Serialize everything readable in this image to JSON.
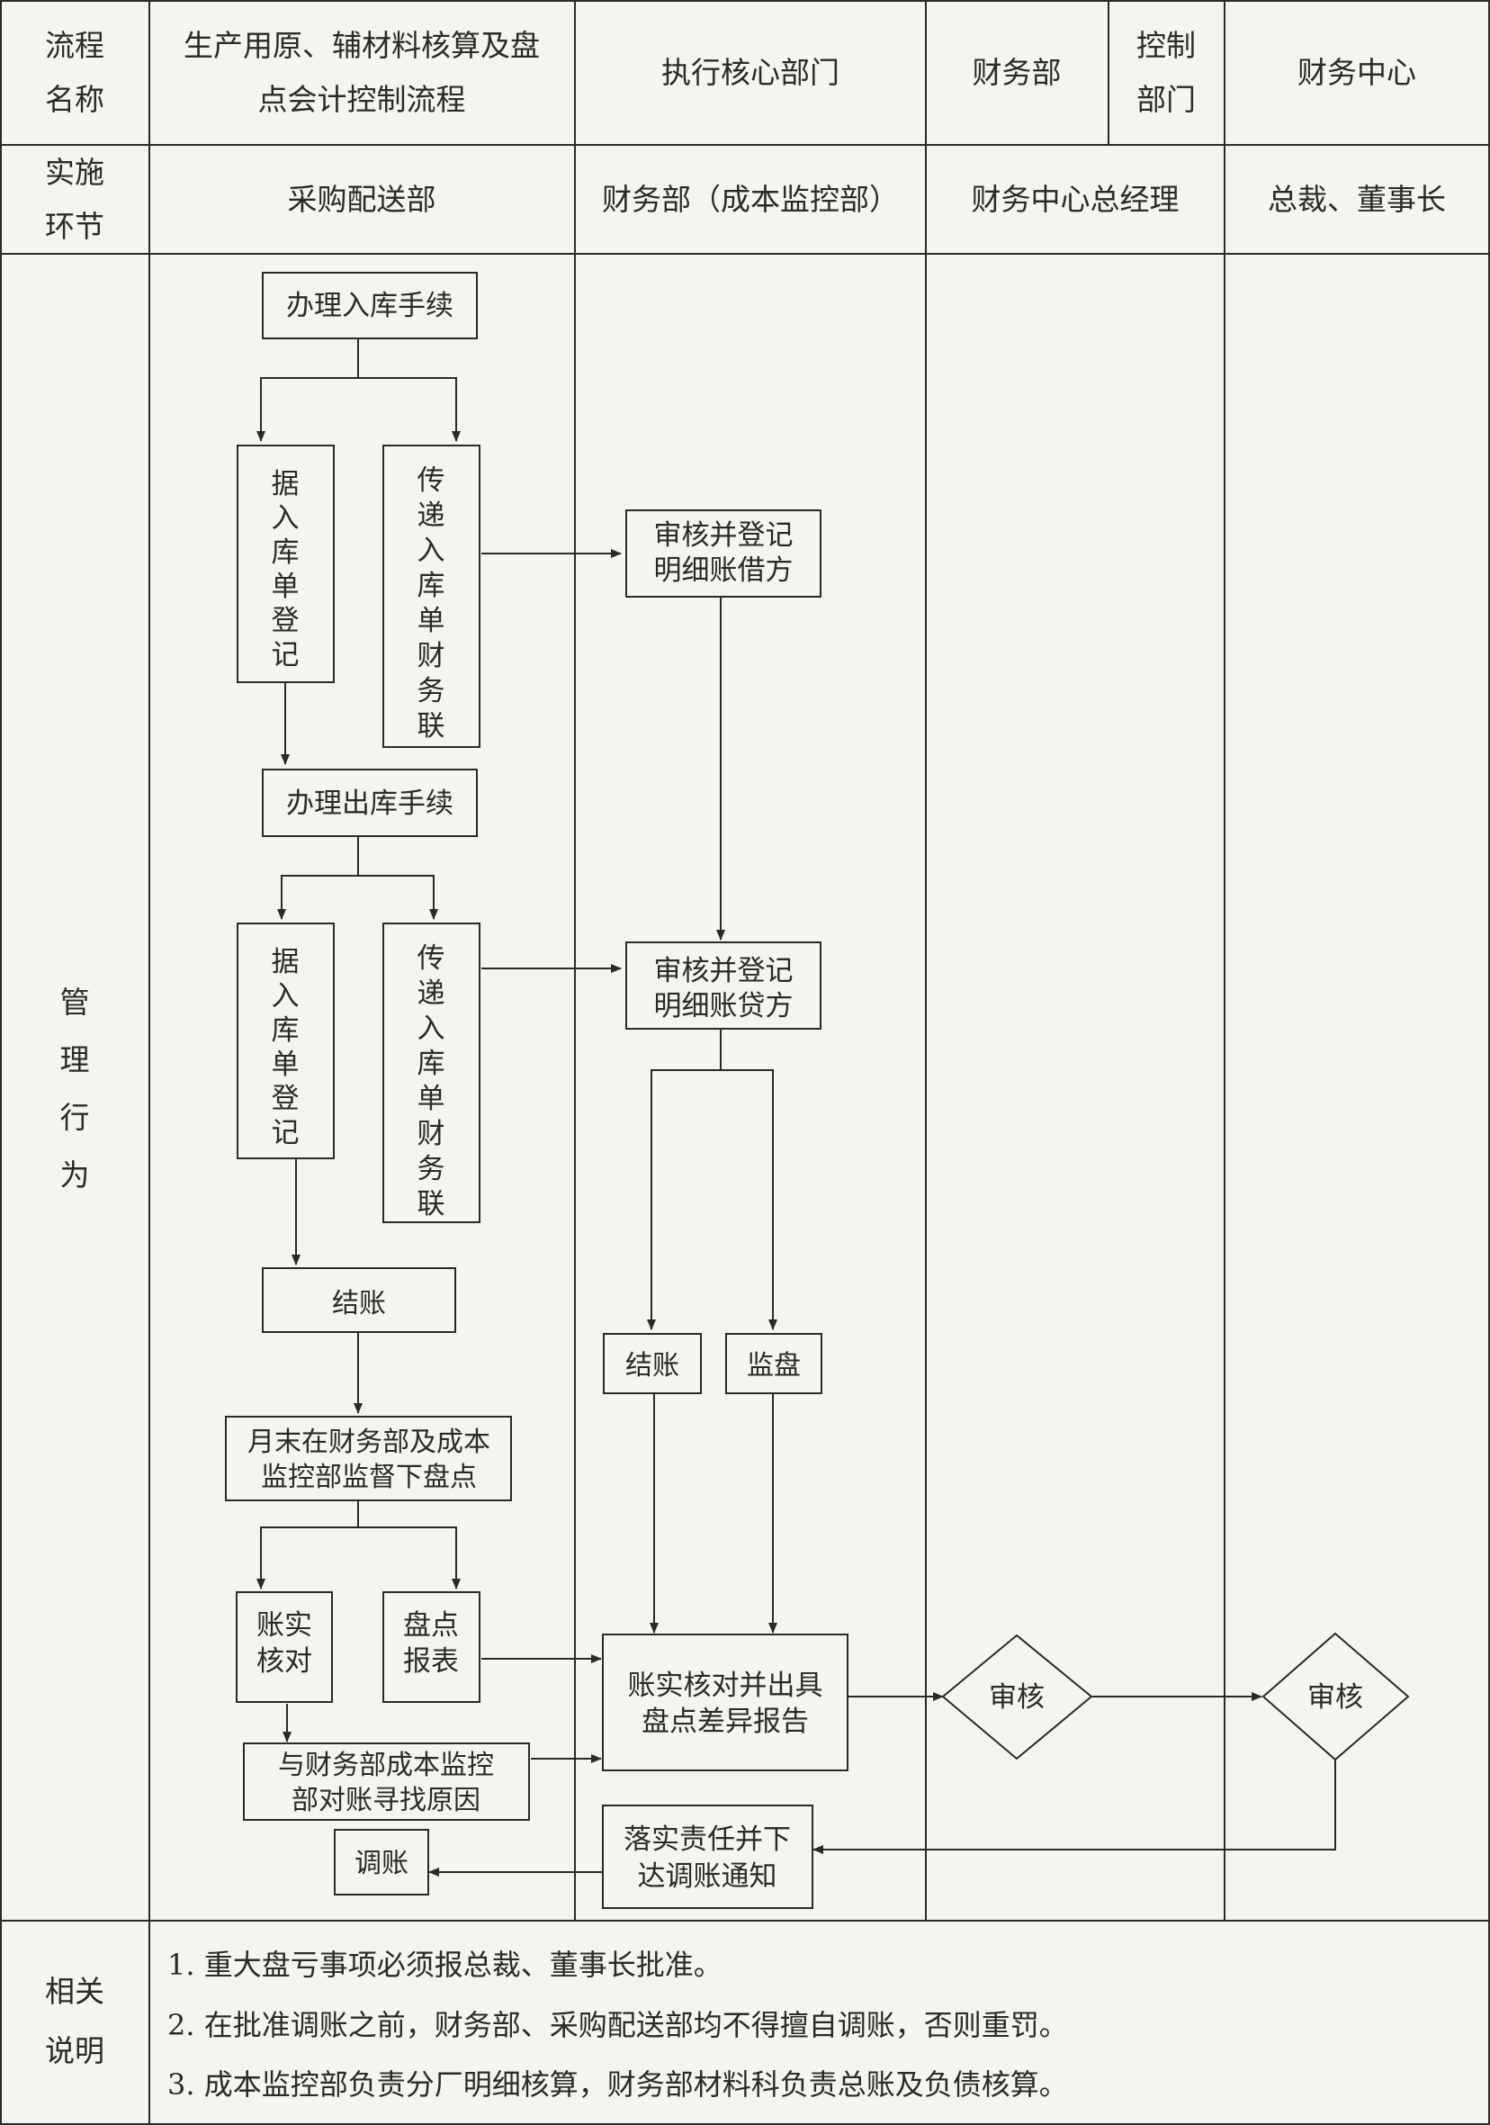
{
  "header": {
    "row1_label": "流程名称",
    "process_name_line1": "生产用原、辅材料核算及盘",
    "process_name_line2": "点会计控制流程",
    "exec_core": "执行核心部门",
    "finance_dept": "财务部",
    "control_dept": "控制部门",
    "finance_center": "财务中心",
    "row2_label": "实施环节",
    "lane1": "采购配送部",
    "lane2": "财务部（成本监控部）",
    "lane3": "财务中心总经理",
    "lane4": "总裁、董事长",
    "body_label": "管理行为"
  },
  "nodes": {
    "inbound": "办理入库手续",
    "register_in": "据入库单登记",
    "send_in": "传递入库单财务联",
    "audit_debit_l1": "审核并登记",
    "audit_debit_l2": "明细账借方",
    "outbound": "办理出库手续",
    "register_out": "据入库单登记",
    "send_out": "传递入库单财务联",
    "audit_credit_l1": "审核并登记",
    "audit_credit_l2": "明细账贷方",
    "close_left": "结账",
    "close_mid": "结账",
    "monitor": "监盘",
    "month_end_l1": "月末在财务部及成本",
    "month_end_l2": "监控部监督下盘点",
    "check_l1": "账实",
    "check_l2": "核对",
    "report_l1": "盘点",
    "report_l2": "报表",
    "verify_l1": "账实核对并出具",
    "verify_l2": "盘点差异报告",
    "review_fc": "审核",
    "review_ceo": "审核",
    "reconcile_l1": "与财务部成本监控",
    "reconcile_l2": "部对账寻找原因",
    "adjust": "调账",
    "assign_l1": "落实责任并下",
    "assign_l2": "达调账通知"
  },
  "notes": {
    "label": "相关说明",
    "items": [
      "1. 重大盘亏事项必须报总裁、董事长批准。",
      "2. 在批准调账之前，财务部、采购配送部均不得擅自调账，否则重罚。",
      "3. 成本监控部负责分厂明细核算，财务部材料科负责总账及负债核算。"
    ]
  }
}
